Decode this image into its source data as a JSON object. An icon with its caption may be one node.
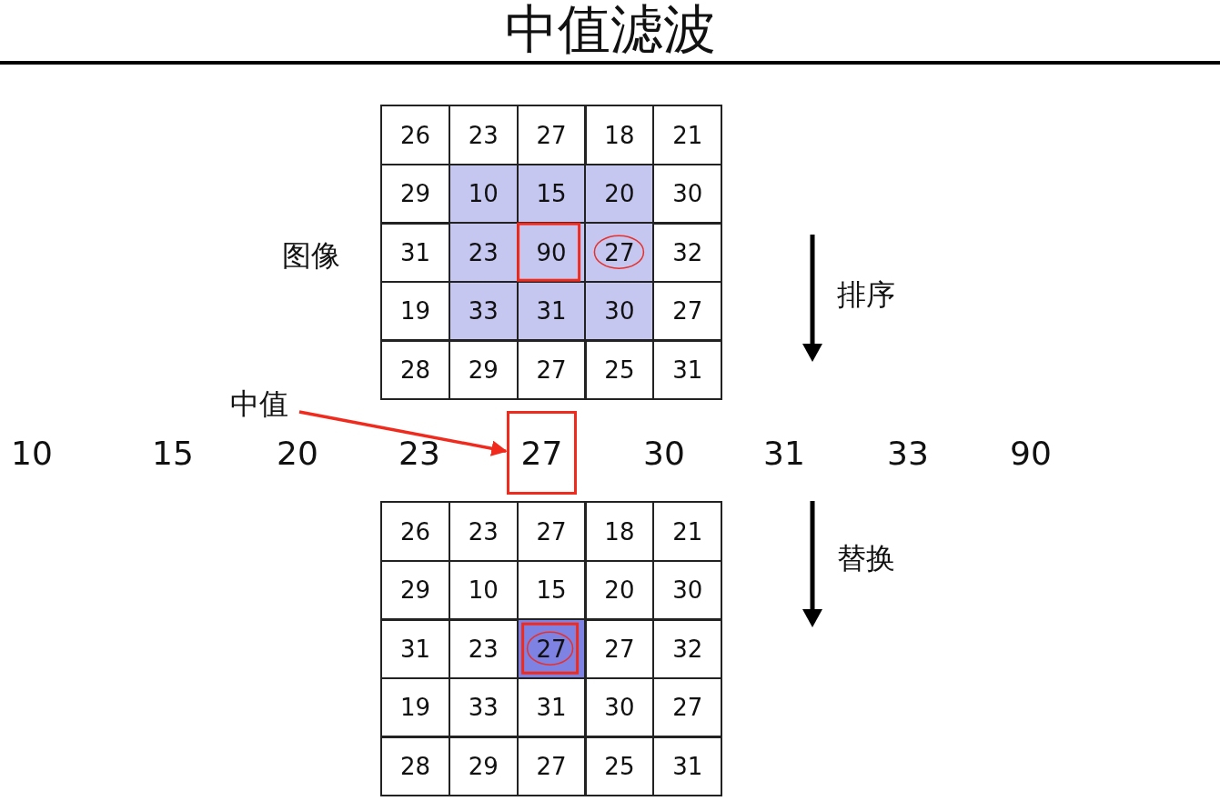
{
  "diagram": {
    "title": "中值滤波",
    "nodes": [
      {
        "text": [
          "中值"
        ]
      },
      {
        "text": [
          "27"
        ]
      }
    ],
    "edges": [
      {
        "from": 0,
        "to": 1,
        "arrow": "to",
        "color": "#f02a1c"
      }
    ],
    "labels": [
      "图像",
      "26",
      "23",
      "27",
      "18",
      "21",
      "29",
      "10",
      "15",
      "20",
      "30",
      "31",
      "23",
      "90",
      "27",
      "32",
      "19",
      "33",
      "31",
      "30",
      "27",
      "28",
      "29",
      "27",
      "25",
      "31",
      "排序",
      "10",
      "15",
      "20",
      "23",
      "30",
      "31",
      "33",
      "90",
      "26",
      "23",
      "27",
      "18",
      "21",
      "29",
      "10",
      "15",
      "20",
      "30",
      "31",
      "23",
      "27",
      "27",
      "32",
      "19",
      "33",
      "31",
      "30",
      "27",
      "28",
      "29",
      "27",
      "25",
      "31",
      "替换"
    ]
  }
}
